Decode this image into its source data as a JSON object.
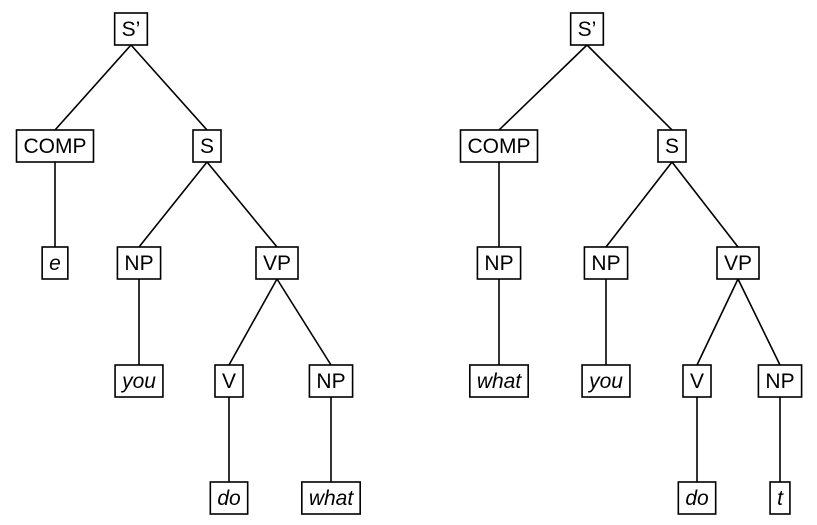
{
  "trees": [
    {
      "nodes": [
        {
          "id": "s1",
          "label": "S’",
          "italic": false
        },
        {
          "id": "comp1",
          "label": "COMP",
          "italic": false
        },
        {
          "id": "sa",
          "label": "S",
          "italic": false
        },
        {
          "id": "e",
          "label": "e",
          "italic": true
        },
        {
          "id": "np1",
          "label": "NP",
          "italic": false
        },
        {
          "id": "vp1",
          "label": "VP",
          "italic": false
        },
        {
          "id": "you1",
          "label": "you",
          "italic": true
        },
        {
          "id": "v1",
          "label": "V",
          "italic": false
        },
        {
          "id": "np2",
          "label": "NP",
          "italic": false
        },
        {
          "id": "do1",
          "label": "do",
          "italic": true
        },
        {
          "id": "what1",
          "label": "what",
          "italic": true
        }
      ],
      "edges": [
        [
          "s1",
          "comp1"
        ],
        [
          "s1",
          "sa"
        ],
        [
          "comp1",
          "e"
        ],
        [
          "sa",
          "np1"
        ],
        [
          "sa",
          "vp1"
        ],
        [
          "np1",
          "you1"
        ],
        [
          "vp1",
          "v1"
        ],
        [
          "vp1",
          "np2"
        ],
        [
          "v1",
          "do1"
        ],
        [
          "np2",
          "what1"
        ]
      ]
    },
    {
      "nodes": [
        {
          "id": "s2",
          "label": "S’",
          "italic": false
        },
        {
          "id": "comp2",
          "label": "COMP",
          "italic": false
        },
        {
          "id": "sb",
          "label": "S",
          "italic": false
        },
        {
          "id": "np3",
          "label": "NP",
          "italic": false
        },
        {
          "id": "np4",
          "label": "NP",
          "italic": false
        },
        {
          "id": "vp2",
          "label": "VP",
          "italic": false
        },
        {
          "id": "what2",
          "label": "what",
          "italic": true
        },
        {
          "id": "you2",
          "label": "you",
          "italic": true
        },
        {
          "id": "v2",
          "label": "V",
          "italic": false
        },
        {
          "id": "np5",
          "label": "NP",
          "italic": false
        },
        {
          "id": "do2",
          "label": "do",
          "italic": true
        },
        {
          "id": "t",
          "label": "t",
          "italic": true
        }
      ],
      "edges": [
        [
          "s2",
          "comp2"
        ],
        [
          "s2",
          "sb"
        ],
        [
          "comp2",
          "np3"
        ],
        [
          "sb",
          "np4"
        ],
        [
          "sb",
          "vp2"
        ],
        [
          "np3",
          "what2"
        ],
        [
          "np4",
          "you2"
        ],
        [
          "vp2",
          "v2"
        ],
        [
          "vp2",
          "np5"
        ],
        [
          "v2",
          "do2"
        ],
        [
          "np5",
          "t"
        ]
      ]
    }
  ]
}
